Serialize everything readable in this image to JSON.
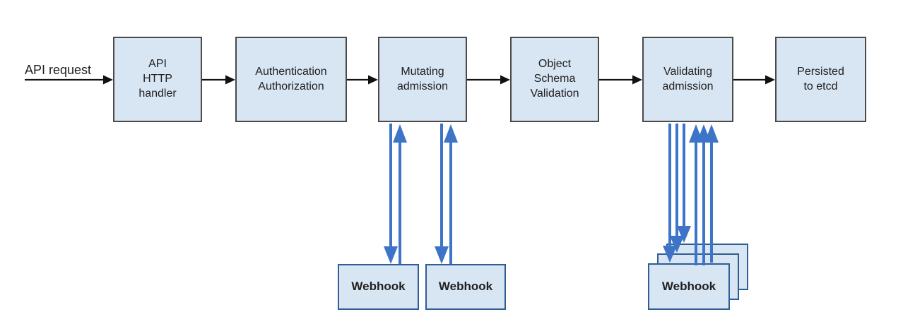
{
  "diagram": {
    "request_label": "API request",
    "pipeline": [
      {
        "name": "api-http-handler",
        "label": "API\nHTTP\nhandler"
      },
      {
        "name": "authentication-authorization",
        "label": "Authentication\nAuthorization"
      },
      {
        "name": "mutating-admission",
        "label": "Mutating\nadmission"
      },
      {
        "name": "object-schema-validation",
        "label": "Object\nSchema\nValidation"
      },
      {
        "name": "validating-admission",
        "label": "Validating\nadmission"
      },
      {
        "name": "persisted-to-etcd",
        "label": "Persisted\nto etcd"
      }
    ],
    "webhooks": {
      "mutating": [
        {
          "label": "Webhook"
        },
        {
          "label": "Webhook"
        }
      ],
      "validating_front": {
        "label": "Webhook"
      }
    },
    "colors": {
      "box_fill": "#d8e5f3",
      "box_border": "#4a4a4a",
      "webhook_border": "#2f5d94",
      "arrow_blue": "#3e74c7",
      "arrow_black": "#111111",
      "text": "#1f1f1f",
      "bg": "#ffffff"
    }
  }
}
